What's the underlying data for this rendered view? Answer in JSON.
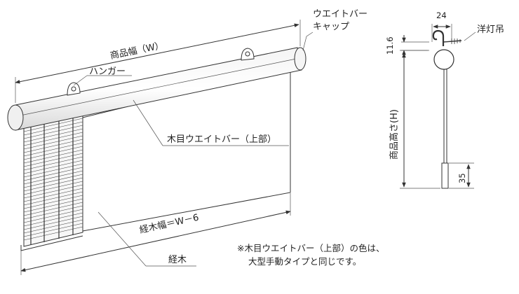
{
  "labels": {
    "cap": "ウエイトバー\nキャップ",
    "hanger": "ハンガー",
    "width": "商品幅（W）",
    "weight_bar": "木目ウエイトバー（上部）",
    "warp_width": "経木幅＝W－6",
    "warp": "経木",
    "hook": "洋灯吊",
    "height": "商品高さ(H)",
    "dim_24": "24",
    "dim_11_6": "11.6",
    "dim_35": "35"
  },
  "note": {
    "line1": "※木目ウエイトバー（上部）の色は、",
    "line2": "大型手動タイプと同じです。"
  }
}
